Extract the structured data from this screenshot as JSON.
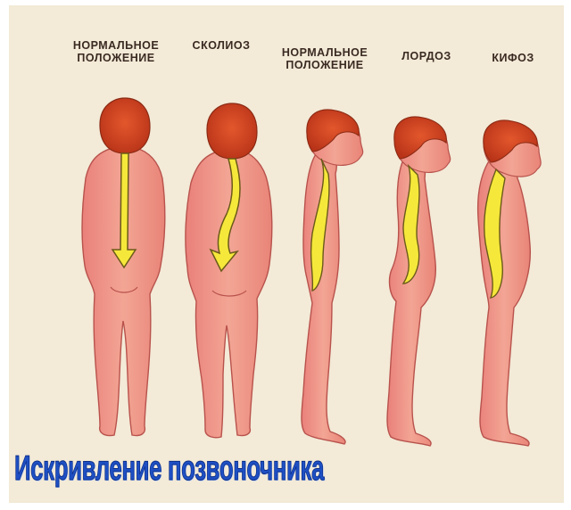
{
  "labels": [
    "НОРМАЛЬНОЕ\nПОЛОЖЕНИЕ",
    "СКОЛИОЗ",
    "НОРМАЛЬНОЕ\nПОЛОЖЕНИЕ",
    "ЛОРДОЗ",
    "КИФОЗ"
  ],
  "caption": "Искривление позвоночника",
  "colors": {
    "paper": "#f3ead7",
    "skin": "#f3a594",
    "hair": "#cf4420",
    "spine": "#f6e83a",
    "caption": "#1e4fc4"
  }
}
